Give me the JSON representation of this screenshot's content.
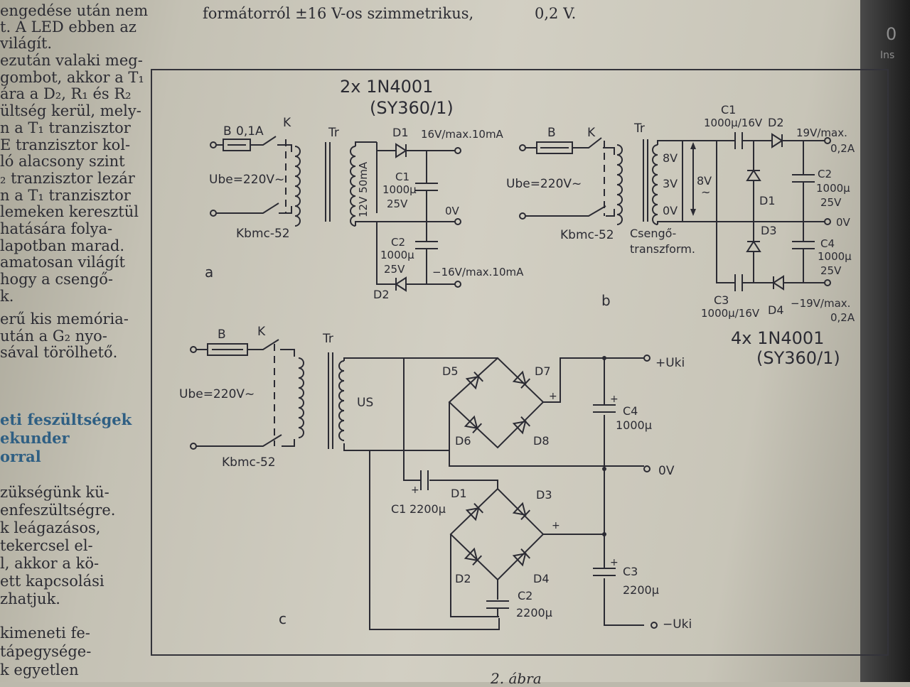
{
  "left_column": {
    "lines": [
      "engedése után nem",
      "t. A LED ebben az",
      "világít.",
      "ezután valaki meg-",
      "gombot, akkor a T₁",
      "ára a D₂, R₁ és R₂",
      "ültség kerül, mely-",
      "n a T₁ tranzisztor",
      "E tranzisztor kol-",
      "ló alacsony szint",
      "₂ tranzisztor lezár",
      "n a T₁ tranzisztor",
      "lemeken keresztül",
      "hatására folya-",
      "lapotban marad.",
      "amatosan világít",
      "hogy a csengő-",
      "k.",
      "erű kis memória-",
      "után a G₂ nyo-",
      "sával törölhető."
    ],
    "heading": [
      "eti feszültségek",
      "ekunder",
      "orral"
    ],
    "lines2": [
      "zükségünk kü-",
      "enfeszültségre.",
      "k leágazásos,",
      "tekercsel el-",
      "l, akkor a kö-",
      "ett kapcsolási",
      "zhatjuk.",
      "kimeneti fe-",
      "tápegysége-",
      "k egyetlen"
    ]
  },
  "top_text": {
    "middle": "formátorról ±16 V-os szimmetrikus,",
    "right": "0,2 V."
  },
  "edge": {
    "zero": "0",
    "ins": "Ins"
  },
  "diagram": {
    "a": {
      "header1": "2x 1N4001",
      "header2": "(SY360/1)",
      "fuse": "B",
      "fuse_rating": "0,1A",
      "switch": "K",
      "transformer": "Tr",
      "input": "Ube=220V~",
      "switch_type": "Kbmc-52",
      "secondary": "12V 50mA",
      "d1": "D1",
      "d2": "D2",
      "out_pos": "16V/max.10mA",
      "out_zero": "0V",
      "out_neg": "−16V/max.10mA",
      "c1": "C1",
      "c1_val": "1000μ",
      "c1_v": "25V",
      "c2": "C2",
      "c2_val": "1000μ",
      "c2_v": "25V",
      "label": "a"
    },
    "b": {
      "fuse": "B",
      "switch": "K",
      "transformer": "Tr",
      "input": "Ube=220V~",
      "switch_type": "Kbmc-52",
      "tap8": "8V",
      "tap3": "3V",
      "tap0": "0V",
      "ac": "8V",
      "tilde": "~",
      "bell1": "Csengő-",
      "bell2": "transzform.",
      "c1": "C1",
      "c1_val": "1000μ/16V",
      "d2": "D2",
      "out_pos": "19V/max.",
      "out_pos_i": "0,2A",
      "c2": "C2",
      "c2_val": "1000μ",
      "c2_v": "25V",
      "d1": "D1",
      "d3": "D3",
      "out_zero": "0V",
      "c4": "C4",
      "c4_val": "1000μ",
      "c4_v": "25V",
      "c3": "C3",
      "c3_val": "1000μ/16V",
      "d4": "D4",
      "out_neg": "−19V/max.",
      "out_neg_i": "0,2A",
      "footer1": "4x 1N4001",
      "footer2": "(SY360/1)",
      "label": "b"
    },
    "c": {
      "fuse": "B",
      "switch": "K",
      "transformer": "Tr",
      "input": "Ube=220V~",
      "switch_type": "Kbmc-52",
      "us": "US",
      "d5": "D5",
      "d6": "D6",
      "d7": "D7",
      "d8": "D8",
      "d1": "D1",
      "d2": "D2",
      "d3": "D3",
      "d4": "D4",
      "out_pos": "+Uki",
      "out_zero": "0V",
      "out_neg": "−Uki",
      "c4": "C4",
      "c4_val": "1000μ",
      "c1": "C1",
      "c1_val": "2200μ",
      "c3": "C3",
      "c3_val": "2200μ",
      "c2": "C2",
      "c2_val": "2200μ",
      "plus": "+",
      "label": "c"
    }
  },
  "caption": "2. ábra"
}
